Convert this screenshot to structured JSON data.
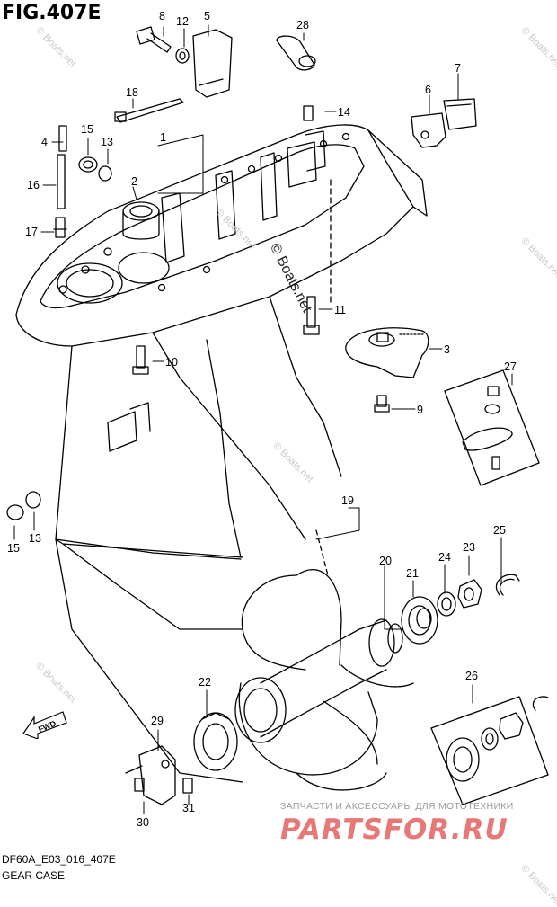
{
  "figure": {
    "title": "FIG.407E"
  },
  "footer": {
    "code": "DF60A_E03_016_407E",
    "name": "GEAR CASE"
  },
  "watermark": {
    "text": "© Boats.net"
  },
  "promo": {
    "text": "ЗАПЧАСТИ И АКСЕССУАРЫ ДЛЯ МОТОТЕХНИКИ",
    "brand": "PARTSFOR.RU",
    "brand_color": "#e87878"
  },
  "fwd_label": "FWD",
  "callouts": {
    "c1": "1",
    "c2": "2",
    "c3": "3",
    "c4": "4",
    "c5": "5",
    "c6": "6",
    "c7": "7",
    "c8": "8",
    "c9": "9",
    "c10": "10",
    "c11": "11",
    "c12": "12",
    "c13a": "13",
    "c13b": "13",
    "c14": "14",
    "c15a": "15",
    "c15b": "15",
    "c16": "16",
    "c17": "17",
    "c18": "18",
    "c19": "19",
    "c20": "20",
    "c21": "21",
    "c22": "22",
    "c23": "23",
    "c24": "24",
    "c25": "25",
    "c26": "26",
    "c27": "27",
    "c28": "28",
    "c29": "29",
    "c30": "30",
    "c31": "31"
  }
}
